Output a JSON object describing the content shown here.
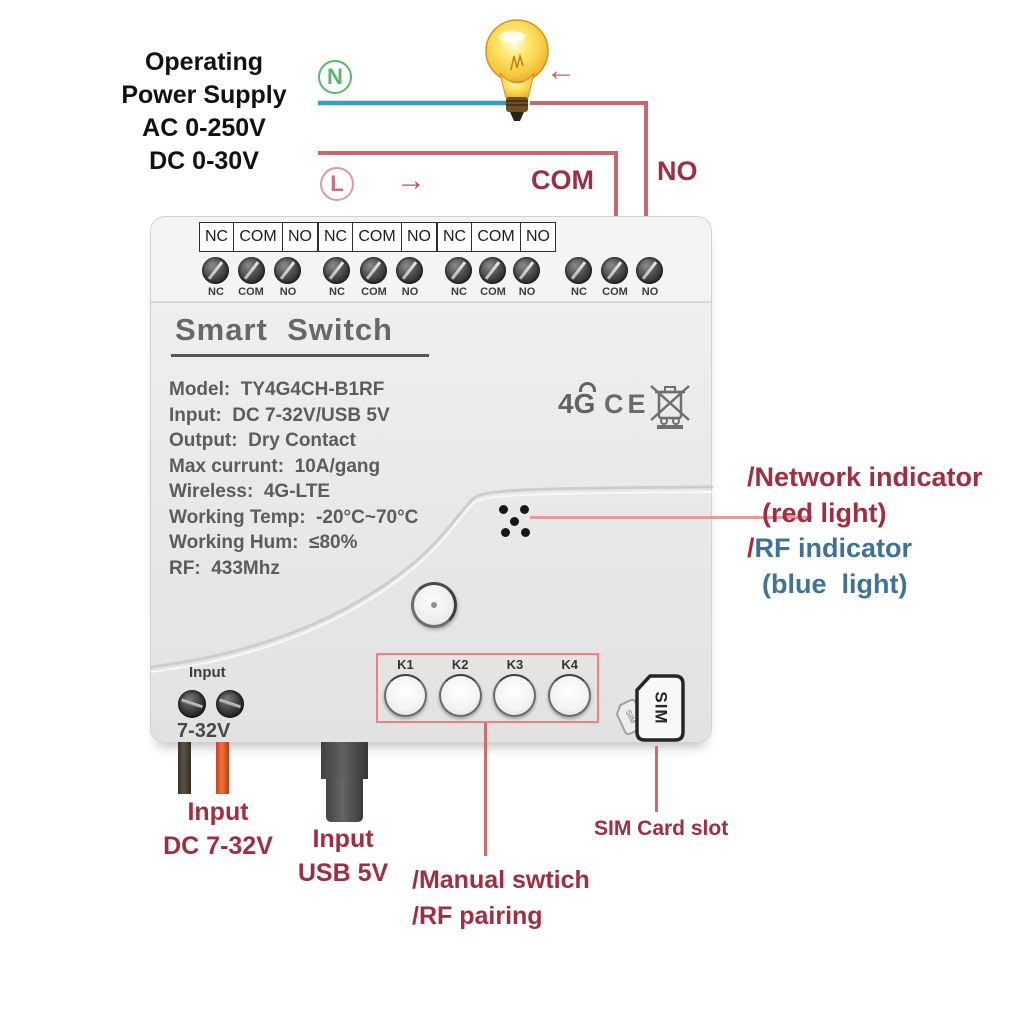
{
  "power_supply": {
    "line1": "Operating",
    "line2": "Power Supply",
    "line3": "AC 0-250V",
    "line4": "DC 0-30V"
  },
  "wiring": {
    "neutral": "N",
    "live": "L",
    "com": "COM",
    "no": "NO",
    "arrow_left": "←",
    "arrow_right": "→"
  },
  "device": {
    "title": "Smart  Switch",
    "terminal_cells": [
      "NC",
      "COM",
      "NO"
    ],
    "specs": [
      "Model:  TY4G4CH-B1RF",
      "Input:  DC 7-32V/USB 5V",
      "Output:  Dry Contact",
      "Max currunt:  10A/gang",
      "Wireless:  4G-LTE",
      "Working Temp:  -20°C~70°C",
      "Working Hum:  ≤80%",
      "RF:  433Mhz"
    ],
    "cert_4g": "4G",
    "cert_ce": "CE",
    "buttons": [
      "K1",
      "K2",
      "K3",
      "K4"
    ],
    "sim_label": "SIM",
    "sim_label_small": "SIM",
    "input_label": "Input",
    "input_range": "7-32V"
  },
  "labels": {
    "network_indicator": "/Network indicator",
    "network_light": "(red light)",
    "rf_slash": "/",
    "rf_indicator": "RF indicator",
    "rf_light": "(blue  light)",
    "input_dc_line1": "Input",
    "input_dc_line2": "DC 7-32V",
    "input_usb_line1": "Input",
    "input_usb_line2": "USB 5V",
    "manual_line1": "/Manual swtich",
    "manual_line2": "/RF pairing",
    "sim_slot": "SIM Card slot"
  },
  "icons": {
    "bulb": "light-bulb-icon",
    "weee": "crossed-out-bin-icon",
    "sim": "sim-card-icon"
  },
  "colors": {
    "accent_red": "#a02e42",
    "accent_blue": "#3e7396",
    "wire_red": "#c4696e",
    "wire_blue": "#3c9cbe"
  }
}
